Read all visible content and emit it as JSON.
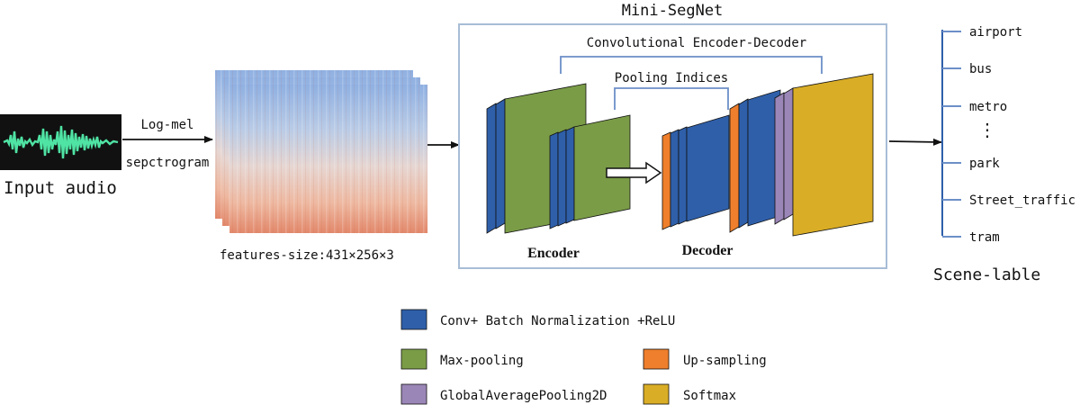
{
  "input": {
    "label": "Input audio",
    "arrow_top_label": "Log-mel",
    "arrow_bottom_label": "sepctrogram"
  },
  "features": {
    "label": "features-size:431×256×3"
  },
  "model": {
    "title": "Mini-SegNet",
    "enc_dec_label": "Convolutional Encoder-Decoder",
    "pooling_label": "Pooling Indices",
    "encoder_label": "Encoder",
    "decoder_label": "Decoder"
  },
  "output": {
    "title": "Scene-lable",
    "items": [
      "airport",
      "bus",
      "metro",
      "⋮",
      "park",
      "Street_traffic",
      "tram"
    ]
  },
  "legend": [
    {
      "label": "Conv+ Batch Normalization +ReLU",
      "color": "#2f5fa9"
    },
    {
      "label": "Max-pooling",
      "color": "#7a9c47"
    },
    {
      "label": "Up-sampling",
      "color": "#ef7f2c"
    },
    {
      "label": "GlobalAveragePooling2D",
      "color": "#9b86b8"
    },
    {
      "label": "Softmax",
      "color": "#d9ad26"
    }
  ],
  "colors": {
    "conv": "#2f5fa9",
    "maxpool": "#7a9c47",
    "upsample": "#ef7f2c",
    "gap": "#9b86b8",
    "softmax": "#d9ad26",
    "box": "#a8bdd6",
    "bracket": "#6c8fc8"
  }
}
